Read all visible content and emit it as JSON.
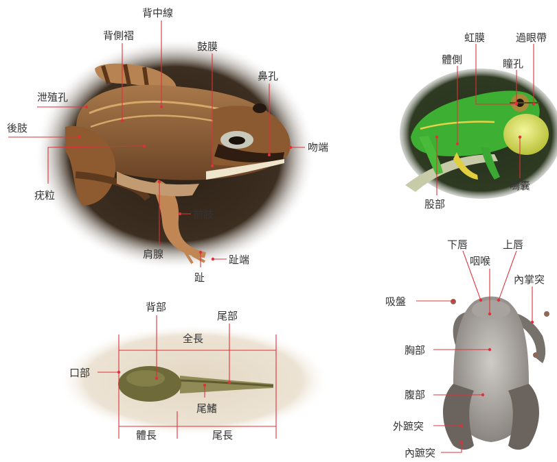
{
  "frog_main": {
    "labels": {
      "back_midline": "背中線",
      "dorsolateral_fold": "背側褶",
      "tympanum": "鼓膜",
      "nostril": "鼻孔",
      "cloaca": "泄殖孔",
      "snout_tip": "吻端",
      "hindlimb": "後肢",
      "tubercles": "疣粒",
      "forelimb": "前肢",
      "shoulder_gland": "肩腺",
      "toe_tip": "趾端",
      "toe": "趾"
    }
  },
  "frog_green": {
    "labels": {
      "iris": "虹膜",
      "eye_stripe": "過眼帶",
      "body_side": "體側",
      "pupil": "瞳孔",
      "thigh": "股部",
      "vocal_sac": "鳴囊"
    }
  },
  "tadpole": {
    "labels": {
      "back": "背部",
      "tail": "尾部",
      "total_length": "全長",
      "mouth": "口部",
      "tail_fin": "尾鰭",
      "body_length": "體長",
      "tail_length": "尾長"
    }
  },
  "frog_ventral": {
    "labels": {
      "lower_lip": "下唇",
      "upper_lip": "上唇",
      "throat": "咽喉",
      "inner_palm_tubercle": "內掌突",
      "sucker": "吸盤",
      "chest": "胸部",
      "belly": "腹部",
      "outer_metatarsal_tubercle": "外蹠突",
      "inner_metatarsal_tubercle": "內蹠突"
    }
  },
  "colors": {
    "leader_line": "#e0303a",
    "label_text": "#333333",
    "brown_frog": "#8a5a32",
    "green_frog": "#3aa832",
    "tadpole": "#6e6a3a",
    "ventral_frog": "#8d8a86"
  }
}
